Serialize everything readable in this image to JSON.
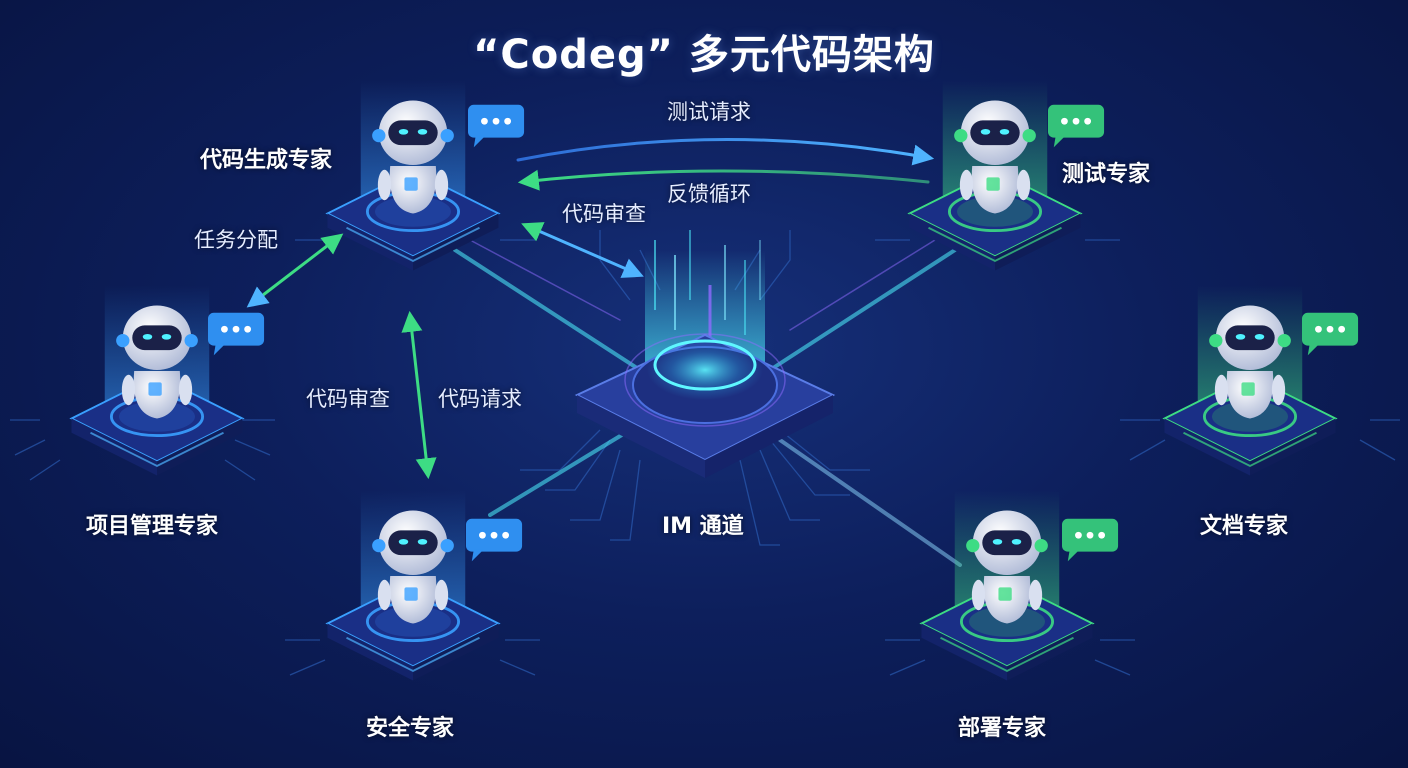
{
  "title": "“Codeg” 多元代码架构",
  "hub": {
    "label": "IM 通道"
  },
  "agents": {
    "codegen": {
      "label": "代码生成专家"
    },
    "test": {
      "label": "测试专家"
    },
    "pm": {
      "label": "项目管理专家"
    },
    "docs": {
      "label": "文档专家"
    },
    "security": {
      "label": "安全专家"
    },
    "deploy": {
      "label": "部署专家"
    }
  },
  "flows": {
    "test_request": "测试请求",
    "feedback_loop": "反馈循环",
    "code_review_top": "代码审查",
    "task_assignment": "任务分配",
    "code_review_left": "代码审查",
    "code_request": "代码请求"
  },
  "colors": {
    "background": "#0d1f5c",
    "blue_accent": "#3aa0ff",
    "green_accent": "#3ddc84",
    "cyan_glow": "#4ff2ff",
    "purple_glow": "#8f6bff"
  }
}
